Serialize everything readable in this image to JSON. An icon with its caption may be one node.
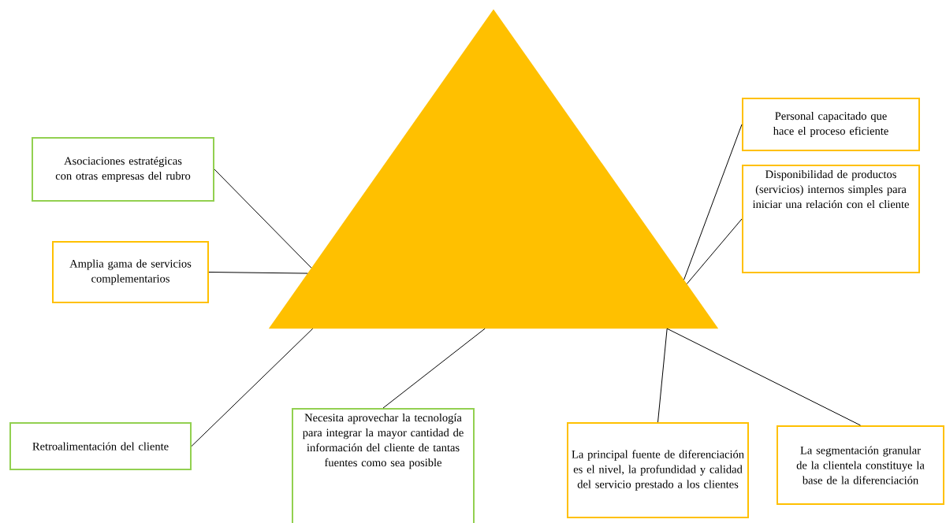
{
  "diagram": {
    "nodes": [
      {
        "text": [],
        "shape": "triangle"
      },
      {
        "text": [
          "Asociaciones estratégicas con otras empresas del rubro"
        ]
      },
      {
        "text": [
          "Amplia gama de servicios complementarios"
        ]
      },
      {
        "text": [
          "Retroalimentación del cliente"
        ]
      },
      {
        "text": [
          "Necesita aprovechar la tecnología para integrar la mayor cantidad de información del cliente de tantas fuentes como sea posible"
        ]
      },
      {
        "text": [
          "La principal fuente de diferenciación es el nivel, la profundidad y calidad del servicio prestado a los clientes"
        ]
      },
      {
        "text": [
          "La segmentación granular de la clientela constituye la base de la diferenciación"
        ]
      },
      {
        "text": [
          "Personal capacitado que hace el proceso eficiente"
        ]
      },
      {
        "text": [
          "Disponibilidad de productos (servicios) internos simples para iniciar una relación con el cliente"
        ]
      }
    ],
    "edges": [
      {
        "from": 1,
        "to": 0,
        "arrow": "none"
      },
      {
        "from": 2,
        "to": 0,
        "arrow": "none"
      },
      {
        "from": 3,
        "to": 0,
        "arrow": "none"
      },
      {
        "from": 4,
        "to": 0,
        "arrow": "none"
      },
      {
        "from": 5,
        "to": 0,
        "arrow": "none"
      },
      {
        "from": 6,
        "to": 0,
        "arrow": "none"
      },
      {
        "from": 7,
        "to": 0,
        "arrow": "none"
      },
      {
        "from": 8,
        "to": 0,
        "arrow": "none"
      }
    ]
  }
}
